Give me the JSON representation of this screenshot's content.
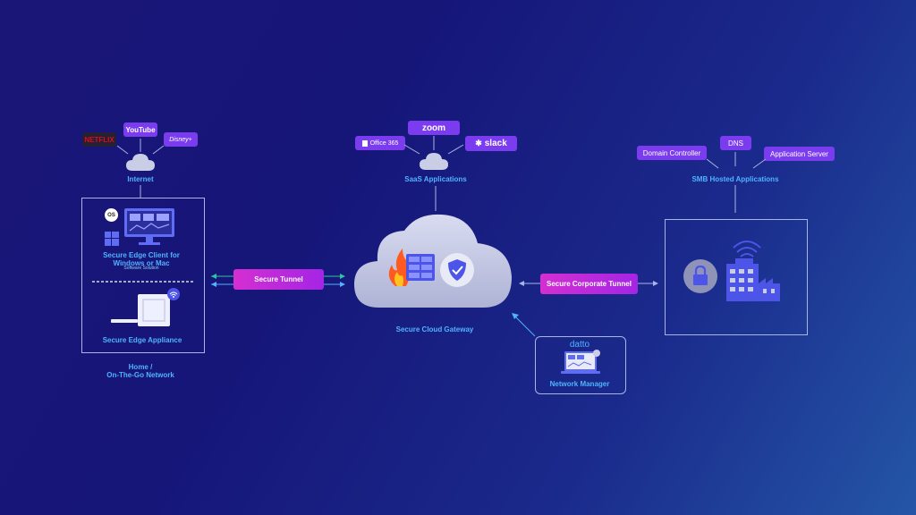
{
  "internet": {
    "label": "Internet",
    "apps": [
      "NETFLIX",
      "YouTube",
      "Disney+"
    ],
    "app_icons": [
      "netflix-logo",
      "youtube-logo",
      "disney-plus-logo"
    ]
  },
  "home": {
    "client_title": "Secure Edge Client for Windows or Mac",
    "client_sub": "Software Solution",
    "appliance_label": "Secure Edge Appliance",
    "network_label_1": "Home /",
    "network_label_2": "On-The-Go Network"
  },
  "saas": {
    "label": "SaaS Applications",
    "apps": [
      "Office 365",
      "zoom",
      "slack"
    ]
  },
  "gateway": {
    "label": "Secure Cloud Gateway"
  },
  "tunnels": {
    "secure": "Secure Tunnel",
    "corporate": "Secure Corporate Tunnel"
  },
  "manager": {
    "brand": "datto",
    "label": "Network Manager"
  },
  "smb": {
    "label": "SMB Hosted Applications",
    "apps": [
      "Domain Controller",
      "DNS",
      "Application Server"
    ]
  },
  "colors": {
    "background": "#161578",
    "accent_text": "#4fb3ff",
    "pill": "#7b3cf0",
    "tunnel_start": "#d42fd1",
    "tunnel_end": "#a425e4",
    "arrow_green": "#2ec4a0",
    "cloud": "#c9cde6"
  }
}
